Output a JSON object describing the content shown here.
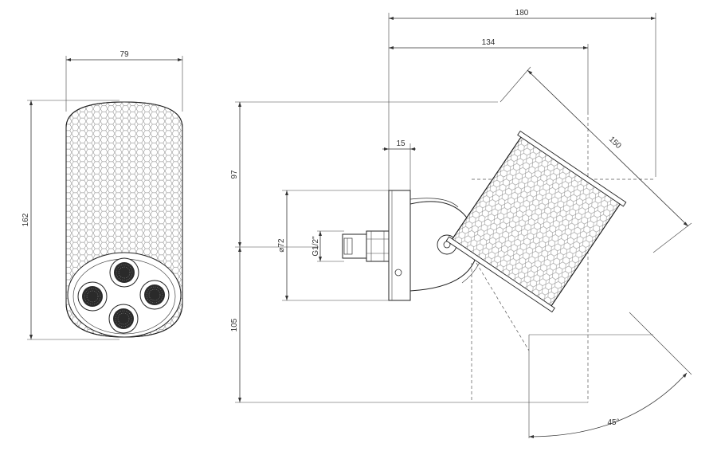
{
  "drawing": {
    "front_view": {
      "width_label": "79",
      "height_label": "162"
    },
    "side_view": {
      "total_width_label": "180",
      "offset_width_label": "134",
      "flange_label": "15",
      "body_length_label": "150",
      "upper_height_label": "97",
      "lower_height_label": "105",
      "flange_diameter_label": "⌀72",
      "thread_label": "G1/2\"",
      "tilt_angle_label": "45°"
    },
    "colors": {
      "line": "#333333",
      "mesh": "#666666",
      "background": "#ffffff"
    },
    "icons": [
      "hex-mesh-pattern",
      "nozzle-icon"
    ]
  }
}
